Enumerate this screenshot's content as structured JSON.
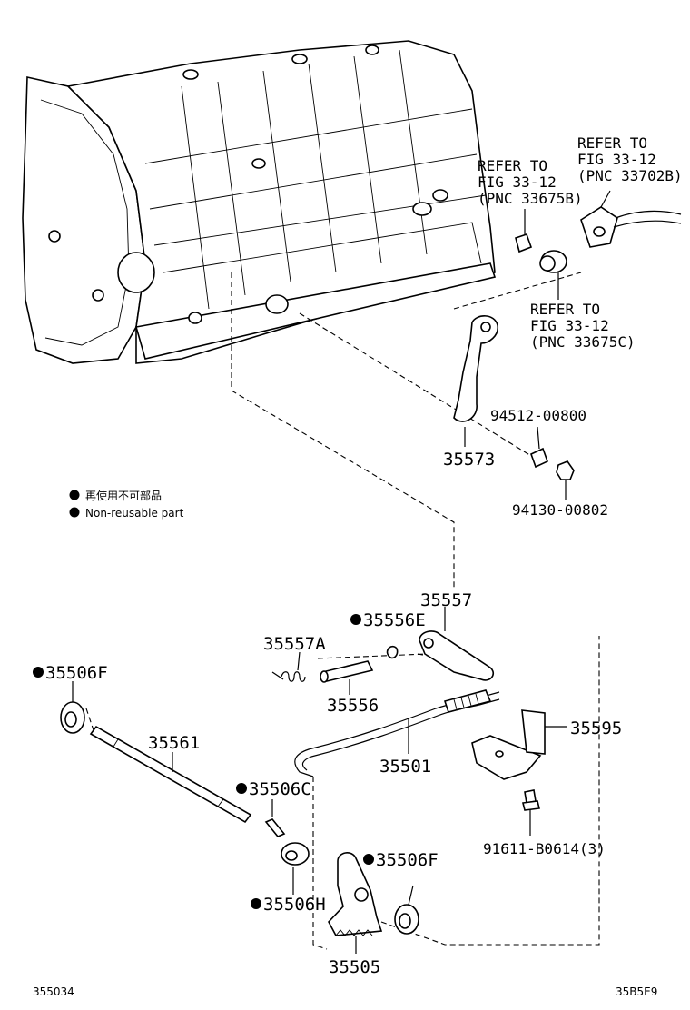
{
  "labels": {
    "refer_b_1": "REFER TO",
    "refer_b_2": "FIG 33-12",
    "refer_b_3": "(PNC 33675B)",
    "refer_a_1": "REFER TO",
    "refer_a_2": "FIG 33-12",
    "refer_a_3": "(PNC 33702B)",
    "refer_c_1": "REFER TO",
    "refer_c_2": "FIG 33-12",
    "refer_c_3": "(PNC 33675C)",
    "p94512": "94512-00800",
    "p35573": "35573",
    "p94130": "94130-00802",
    "legend_cn": "再使用不可部品",
    "legend_en": "Non-reusable part",
    "p35557": "35557",
    "p35556E": "35556E",
    "p35557A": "35557A",
    "p35506F_a": "35506F",
    "p35556": "35556",
    "p35595": "35595",
    "p35561": "35561",
    "p35501": "35501",
    "p35506C": "35506C",
    "p91611": "91611-B0614(3)",
    "p35506F_b": "35506F",
    "p35506H": "35506H",
    "p35505": "35505",
    "code_left": "355034",
    "code_right": "35B5E9"
  }
}
